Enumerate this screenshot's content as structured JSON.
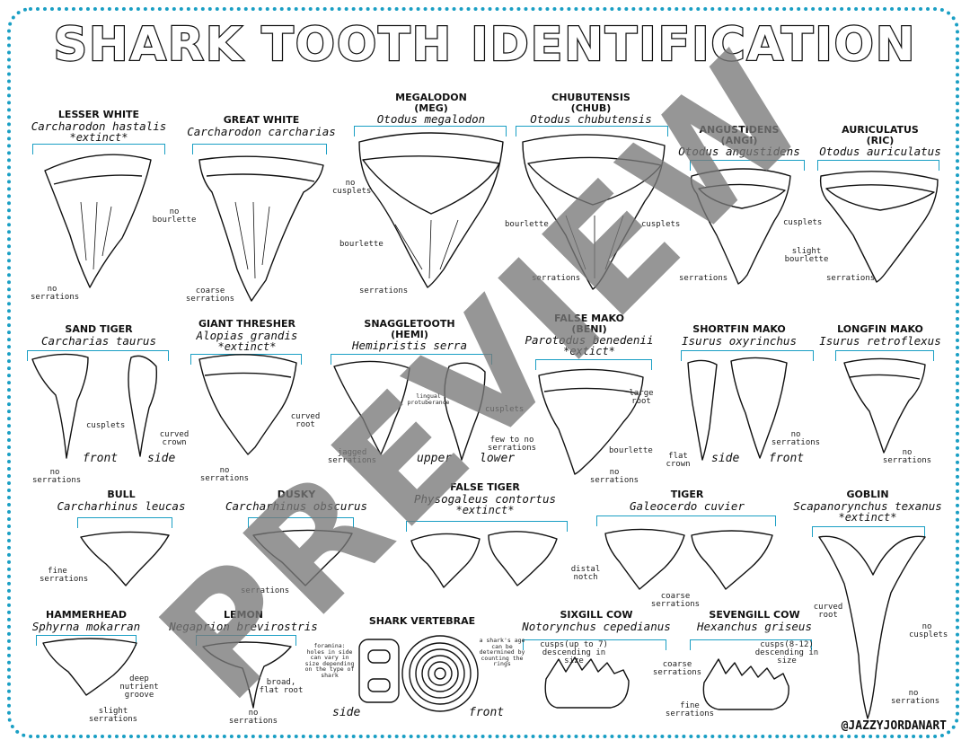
{
  "title": "SHARK TOOTH IDENTIFICATION",
  "watermark": "PREVIEW",
  "credit": "@JAZZYJORDANART",
  "accent_color": "#1a9fc4",
  "species": [
    {
      "name": "LESSER WHITE",
      "scientific": "Carcharodon hastalis",
      "extinct": "*extinct*"
    },
    {
      "name": "GREAT WHITE",
      "scientific": "Carcharodon carcharias"
    },
    {
      "name": "MEGALODON",
      "abbr": "(MEG)",
      "scientific": "Otodus megalodon"
    },
    {
      "name": "CHUBUTENSIS",
      "abbr": "(CHUB)",
      "scientific": "Otodus chubutensis"
    },
    {
      "name": "ANGUSTIDENS",
      "abbr": "(ANGI)",
      "scientific": "Otodus angustidens"
    },
    {
      "name": "AURICULATUS",
      "abbr": "(RIC)",
      "scientific": "Otodus auriculatus"
    },
    {
      "name": "SAND TIGER",
      "scientific": "Carcharias taurus"
    },
    {
      "name": "GIANT THRESHER",
      "scientific": "Alopias grandis",
      "extinct": "*extinct*"
    },
    {
      "name": "SNAGGLETOOTH",
      "abbr": "(HEMI)",
      "scientific": "Hemipristis serra"
    },
    {
      "name": "FALSE MAKO",
      "abbr": "(BENI)",
      "scientific": "Parotodus benedenii",
      "extinct": "*extict*"
    },
    {
      "name": "SHORTFIN MAKO",
      "scientific": "Isurus oxyrinchus"
    },
    {
      "name": "LONGFIN MAKO",
      "scientific": "Isurus retroflexus"
    },
    {
      "name": "BULL",
      "scientific": "Carcharhinus leucas"
    },
    {
      "name": "DUSKY",
      "scientific": "Carcharhinus obscurus"
    },
    {
      "name": "FALSE TIGER",
      "scientific": "Physogaleus contortus",
      "extinct": "*extinct*"
    },
    {
      "name": "TIGER",
      "scientific": "Galeocerdo cuvier"
    },
    {
      "name": "GOBLIN",
      "scientific": "Scapanorynchus texanus",
      "extinct": "*extinct*"
    },
    {
      "name": "HAMMERHEAD",
      "scientific": "Sphyrna mokarran"
    },
    {
      "name": "LEMON",
      "scientific": "Negaprion brevirostris"
    },
    {
      "name": "SHARK VERTEBRAE"
    },
    {
      "name": "SIXGILL COW",
      "scientific": "Notorynchus cepedianus"
    },
    {
      "name": "SEVENGILL COW",
      "scientific": "Hexanchus griseus"
    }
  ],
  "notes": {
    "no_serrations": "no serrations",
    "no_bourlette": "no bourlette",
    "coarse_serrations": "coarse serrations",
    "no_cusplets": "no cusplets",
    "bourlette": "bourlette",
    "serrations": "serrations",
    "cusplets": "cusplets",
    "slight_bourlette": "slight bourlette",
    "curved_crown": "curved crown",
    "curved_root": "curved root",
    "lingual_protuberance": "lingual protuberance",
    "jagged_serrations": "jagged serrations",
    "few_to_no_serrations": "few to no serrations",
    "large_root": "large root",
    "flat_crown": "flat crown",
    "fine_serrations": "fine serrations",
    "distal_notch": "distal notch",
    "deep_nutrient_groove": "deep nutrient groove",
    "slight_serrations": "slight serrations",
    "broad_flat_root": "broad, flat root",
    "foramina": "foramina: holes in side can vary in size depending on the type of shark",
    "age_rings": "a shark's age can be determined by counting the rings",
    "cusps_up_to_7": "cusps(up to 7) descending in size",
    "cusps_8_12": "cusps(8-12) descending in size"
  },
  "views": {
    "front": "front",
    "side": "side",
    "upper": "upper",
    "lower": "lower"
  }
}
